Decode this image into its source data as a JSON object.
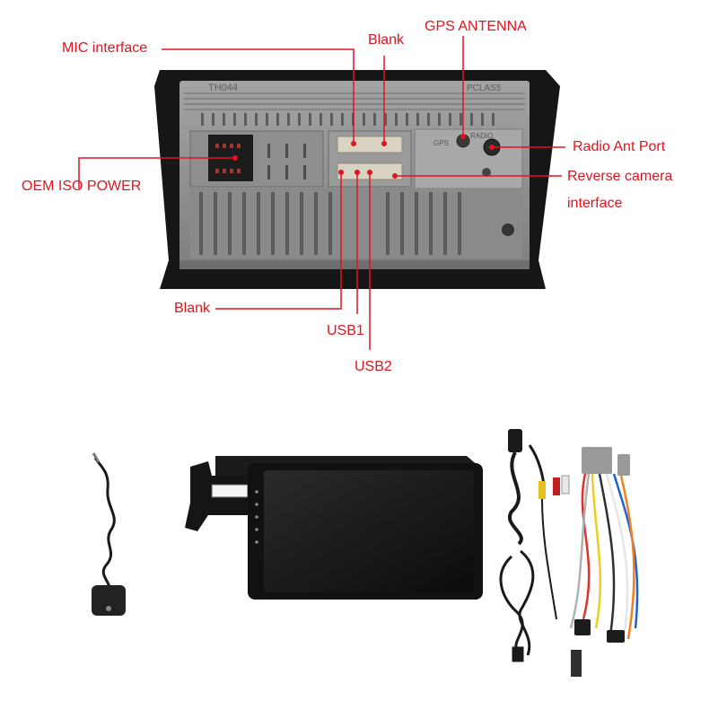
{
  "colors": {
    "label": "#e0141e",
    "leader": "#e0141e"
  },
  "callouts": {
    "mic": "MIC interface",
    "blank_top": "Blank",
    "gps": "GPS ANTENNA",
    "radio": "Radio Ant Port",
    "reverse_1": "Reverse camera",
    "reverse_2": "interface",
    "oem": "OEM ISO POWER",
    "blank_bottom": "Blank",
    "usb1": "USB1",
    "usb2": "USB2"
  },
  "unit_markings": {
    "left": "TH044",
    "right": "PCLAS5",
    "gps_port": "GPS",
    "radio_port": "RADIO"
  },
  "accessories": [
    "gps-antenna",
    "head-unit",
    "av-cable",
    "usb-cables",
    "power-harness"
  ]
}
